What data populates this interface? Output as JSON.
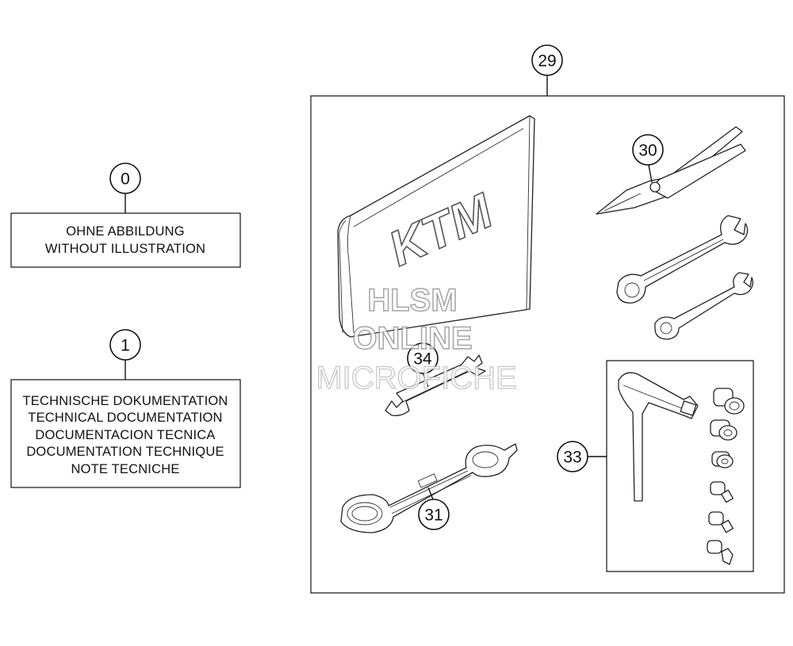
{
  "callouts": {
    "c0": "0",
    "c1": "1",
    "c29": "29",
    "c30": "30",
    "c31": "31",
    "c33": "33",
    "c34": "34"
  },
  "boxes": {
    "no_illustration": [
      "OHNE ABBILDUNG",
      "WITHOUT ILLUSTRATION"
    ],
    "technical_documentation": [
      "TECHNISCHE DOKUMENTATION",
      "TECHNICAL DOCUMENTATION",
      "DOCUMENTACION TECNICA",
      "DOCUMENTATION TECHNIQUE",
      "NOTE TECNICHE"
    ]
  },
  "brand_logo": "KTM",
  "watermark": {
    "line1": "HLSM",
    "line2": "ONLINE",
    "line3": "MICROFICHE"
  }
}
